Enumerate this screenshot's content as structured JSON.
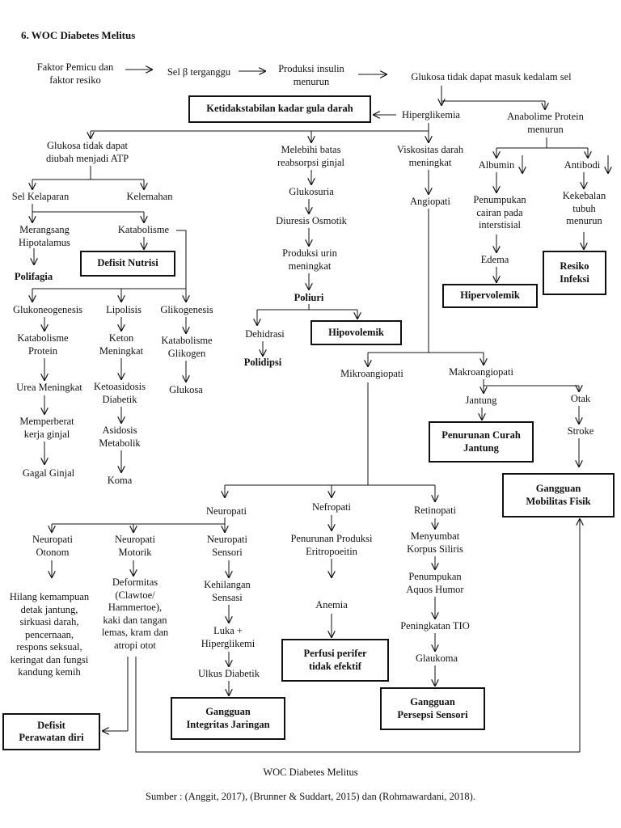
{
  "title": "6. WOC Diabetes Melitus",
  "caption": "WOC Diabetes Melitus",
  "source": "Sumber : (Anggit, 2017), (Brunner & Suddart, 2015) dan (Rohmawardani, 2018).",
  "nodes": {
    "faktor": "Faktor Pemicu dan\nfaktor resiko",
    "sel_beta": "Sel β terganggu",
    "produksi_insulin": "Produksi insulin\nmenurun",
    "glukosa_tidak_masuk": "Glukosa tidak dapat masuk kedalam sel",
    "hiperglikemia": "Hiperglikemia",
    "anabolisme": "Anabolime Protein\nmenurun",
    "glukosa_atp": "Glukosa tidak dapat\ndiubah menjadi ATP",
    "melebihi": "Melebihi batas\nreabsorpsi ginjal",
    "viskositas": "Viskositas darah\nmeningkat",
    "albumin": "Albumin",
    "antibodi": "Antibodi",
    "sel_kelaparan": "Sel Kelaparan",
    "kelemahan": "Kelemahan",
    "glukosuria": "Glukosuria",
    "angiopati": "Angiopati",
    "penumpukan_cairan": "Penumpukan\ncairan pada\ninterstisial",
    "kekebalan": "Kekebalan\ntubuh\nmenurun",
    "merangsang": "Merangsang\nHipotalamus",
    "katabolisme": "Katabolisme",
    "diuresis": "Diuresis Osmotik",
    "edema": "Edema",
    "polifagia": "Polifagia",
    "produksi_urin": "Produksi urin\nmeningkat",
    "poliuri": "Poliuri",
    "glukoneogenesis": "Glukoneogenesis",
    "lipolisis": "Lipolisis",
    "glikogenesis": "Glikogenesis",
    "katabolisme_protein": "Katabolisme\nProtein",
    "keton": "Keton\nMeningkat",
    "katabolisme_glikogen": "Katabolisme\nGlikogen",
    "dehidrasi": "Dehidrasi",
    "polidipsi": "Polidipsi",
    "urea": "Urea Meningkat",
    "ketoasidosis": "Ketoasidosis\nDiabetik",
    "glukosa": "Glukosa",
    "mikroangiopati": "Mikroangiopati",
    "makroangiopati": "Makroangiopati",
    "memperberat": "Memperberat\nkerja ginjal",
    "asidosis": "Asidosis\nMetabolik",
    "jantung": "Jantung",
    "otak": "Otak",
    "stroke": "Stroke",
    "gagal_ginjal": "Gagal Ginjal",
    "koma": "Koma",
    "neuropati": "Neuropati",
    "nefropati": "Nefropati",
    "retinopati": "Retinopati",
    "neuropati_otonom": "Neuropati\nOtonom",
    "neuropati_motorik": "Neuropati\nMotorik",
    "neuropati_sensori": "Neuropati\nSensori",
    "penurunan_eritro": "Penurunan Produksi\nEritropoeitin",
    "menyumbat": "Menyumbat\nKorpus Siliris",
    "hilang": "Hilang kemampuan\ndetak jantung,\nsirkuasi darah,\npencernaan,\nrespons seksual,\nkeringat dan fungsi\nkandung kemih",
    "deformitas": "Deformitas\n(Clawtoe/\nHammertoe),\nkaki dan tangan\nlemas, kram dan\natropi otot",
    "kehilangan": "Kehilangan\nSensasi",
    "penumpukan_aquos": "Penumpukan\nAquos Humor",
    "anemia": "Anemia",
    "luka": "Luka +\nHiperglikemi",
    "tio": "Peningkatan TIO",
    "ulkus": "Ulkus Diabetik",
    "glaukoma": "Glaukoma"
  },
  "diagnoses": {
    "ketidakstabilan": "Ketidakstabilan kadar gula darah",
    "defisit_nutrisi": "Defisit Nutrisi",
    "hipervolemik": "Hipervolemik",
    "resiko_infeksi": "Resiko\nInfeksi",
    "hipovolemik": "Hipovolemik",
    "penurunan_curah": "Penurunan Curah\nJantung",
    "gangguan_mobilitas": "Gangguan\nMobilitas Fisik",
    "perfusi": "Perfusi perifer\ntidak efektif",
    "gangguan_persepsi": "Gangguan\nPersepsi Sensori",
    "gangguan_integritas": "Gangguan\nIntegritas Jaringan",
    "defisit_perawatan": "Defisit\nPerawatan diri"
  }
}
